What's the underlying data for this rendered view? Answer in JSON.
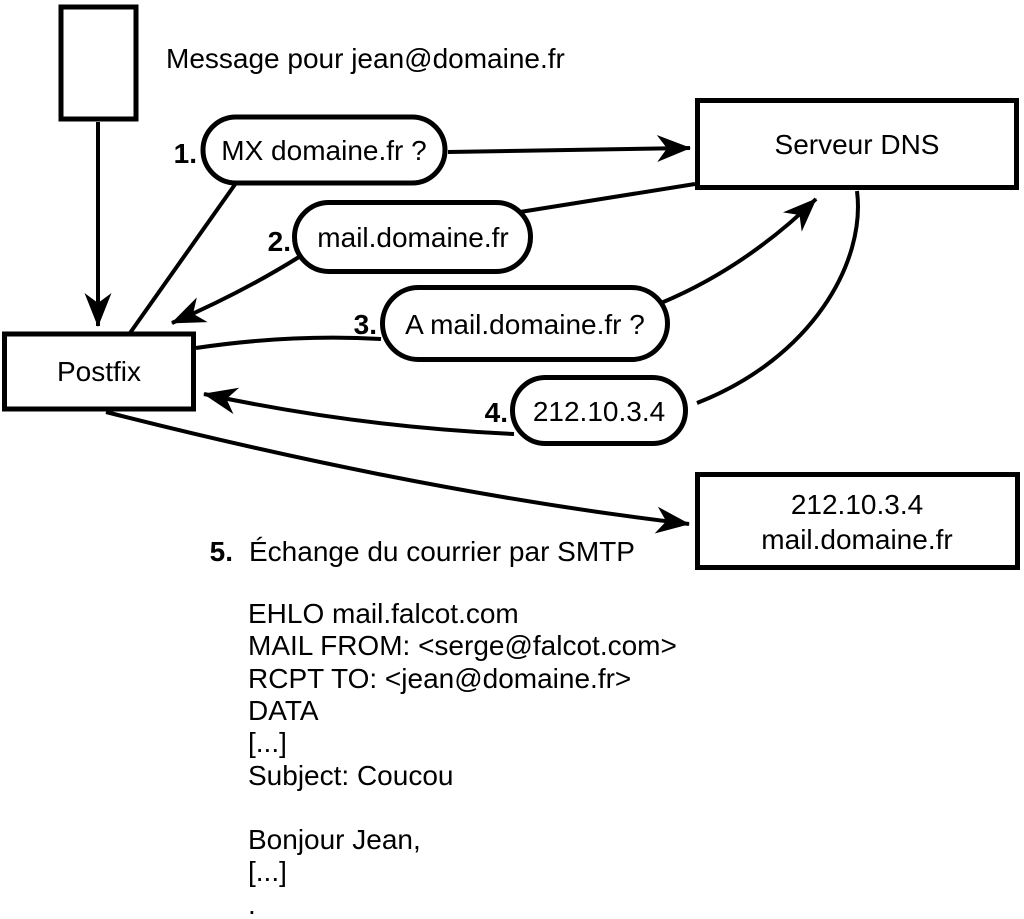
{
  "colors": {
    "ink": "#000000",
    "background": "#ffffff"
  },
  "title": "Message pour jean@domaine.fr",
  "nodes": {
    "postfix_label": "Postfix",
    "dns_label": "Serveur DNS",
    "mail_server_ip": "212.10.3.4",
    "mail_server_host": "mail.domaine.fr"
  },
  "steps": [
    {
      "num": "1.",
      "label": "MX domaine.fr ?"
    },
    {
      "num": "2.",
      "label": "mail.domaine.fr"
    },
    {
      "num": "3.",
      "label": "A mail.domaine.fr ?"
    },
    {
      "num": "4.",
      "label": "212.10.3.4"
    },
    {
      "num": "5.",
      "label": "Échange du courrier par SMTP"
    }
  ],
  "smtp_session": [
    "EHLO mail.falcot.com",
    "MAIL FROM: <serge@falcot.com>",
    "RCPT TO: <jean@domaine.fr>",
    "DATA",
    "[...]",
    "Subject: Coucou",
    "",
    "Bonjour Jean,",
    "[...]",
    "."
  ]
}
